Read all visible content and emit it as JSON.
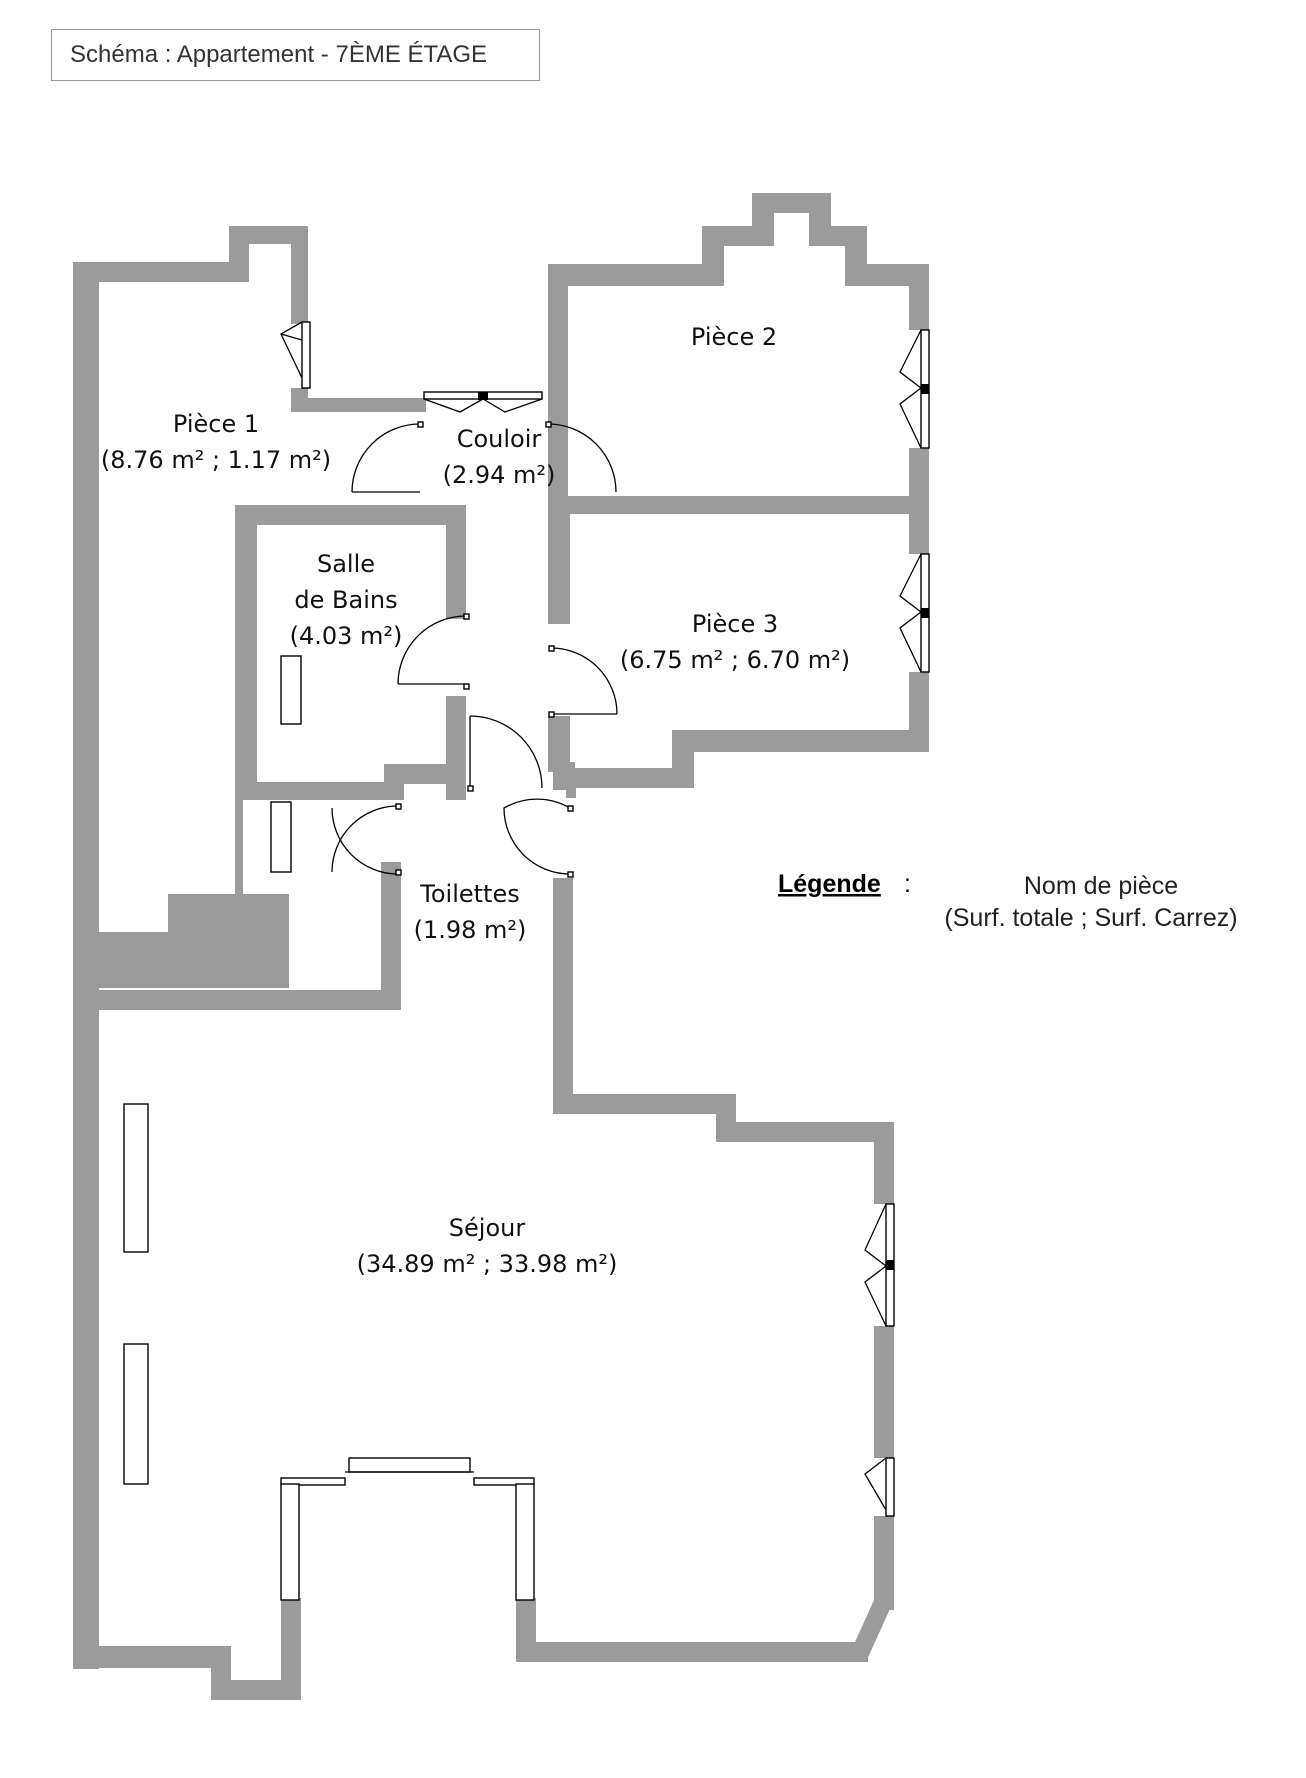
{
  "header": {
    "title": "Schéma : Appartement - 7ÈME ÉTAGE"
  },
  "rooms": {
    "piece1": {
      "name": "Pièce 1",
      "surface": "(8.76 m² ; 1.17 m²)"
    },
    "couloir": {
      "name": "Couloir",
      "surface": "(2.94 m²)"
    },
    "piece2": {
      "name": "Pièce 2"
    },
    "salle_de_bains": {
      "name_line1": "Salle",
      "name_line2": "de Bains",
      "surface": "(4.03 m²)"
    },
    "piece3": {
      "name": "Pièce 3",
      "surface": "(6.75 m² ; 6.70 m²)"
    },
    "toilettes": {
      "name": "Toilettes",
      "surface": "(1.98 m²)"
    },
    "sejour": {
      "name": "Séjour",
      "surface": "(34.89 m² ; 33.98 m²)"
    }
  },
  "legend": {
    "title": "Légende",
    "colon": ":",
    "line1": "Nom de pièce",
    "line2": "(Surf. totale ; Surf. Carrez)"
  },
  "colors": {
    "wall": "#9b9b9b",
    "line": "#000000",
    "frame": "#9a9a9a"
  }
}
